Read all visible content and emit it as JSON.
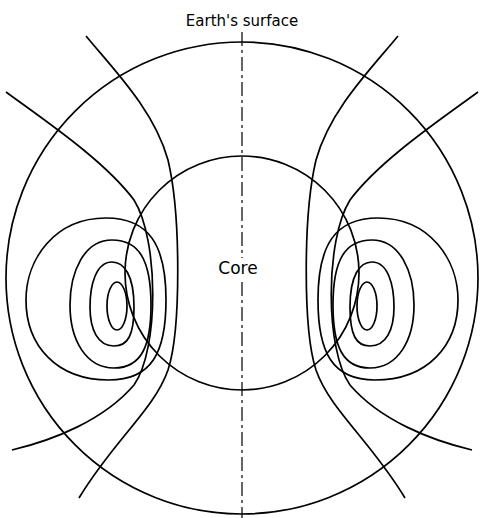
{
  "diagram": {
    "nodes": [
      {
        "text": [
          "Earth's surface"
        ]
      },
      {
        "text": [
          "Core"
        ],
        "in": 0
      }
    ]
  }
}
